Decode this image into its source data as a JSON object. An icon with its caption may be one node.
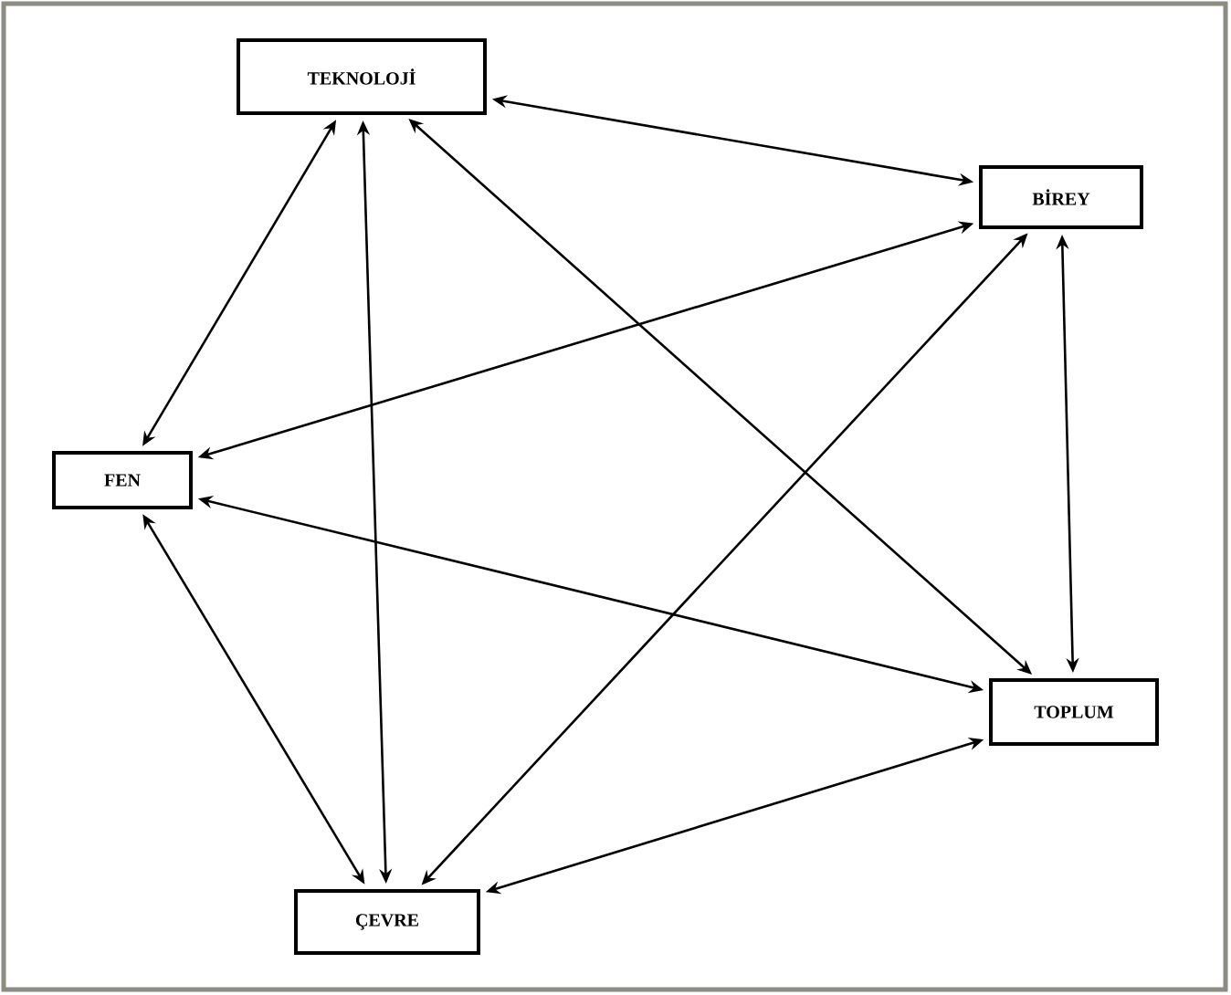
{
  "diagram": {
    "nodes": [
      {
        "text": [
          "TEKNOLOJİ"
        ]
      },
      {
        "text": [
          "BİREY"
        ]
      },
      {
        "text": [
          "FEN"
        ]
      },
      {
        "text": [
          "TOPLUM"
        ]
      },
      {
        "text": [
          "ÇEVRE"
        ]
      }
    ],
    "edges": [
      {
        "from": 0,
        "to": 1,
        "arrow": "both"
      },
      {
        "from": 0,
        "to": 2,
        "arrow": "both"
      },
      {
        "from": 0,
        "to": 4,
        "arrow": "both"
      },
      {
        "from": 0,
        "to": 3,
        "arrow": "both"
      },
      {
        "from": 1,
        "to": 2,
        "arrow": "both"
      },
      {
        "from": 1,
        "to": 4,
        "arrow": "both"
      },
      {
        "from": 1,
        "to": 3,
        "arrow": "both"
      },
      {
        "from": 2,
        "to": 3,
        "arrow": "both"
      },
      {
        "from": 2,
        "to": 4,
        "arrow": "both"
      },
      {
        "from": 4,
        "to": 3,
        "arrow": "both"
      }
    ]
  }
}
